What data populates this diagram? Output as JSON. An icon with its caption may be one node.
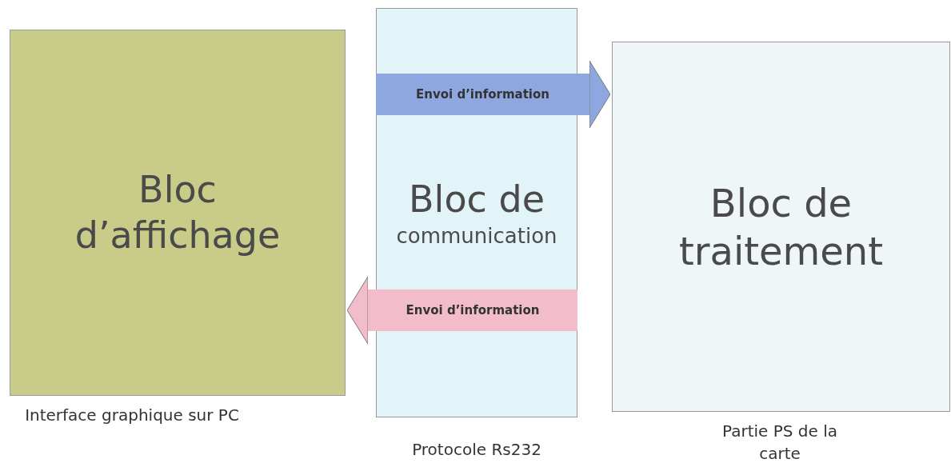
{
  "diagram": {
    "nodes": [
      {
        "text": [
          "Bloc d’affichage"
        ],
        "beside": [
          "Interface graphique sur PC"
        ]
      },
      {
        "text": [
          "Bloc de",
          "communication"
        ],
        "beside": [
          "Protocole Rs232"
        ]
      },
      {
        "text": [
          "Bloc de traitement"
        ],
        "beside": [
          "Partie PS de la carte"
        ]
      }
    ],
    "edges": [
      {
        "from": 1,
        "to": 2,
        "arrow": "to",
        "label": "Envoi d’information",
        "color": "#8fa7df"
      },
      {
        "from": 1,
        "to": 0,
        "arrow": "to",
        "label": "Envoi d’information",
        "color": "#f3bccb"
      }
    ]
  }
}
